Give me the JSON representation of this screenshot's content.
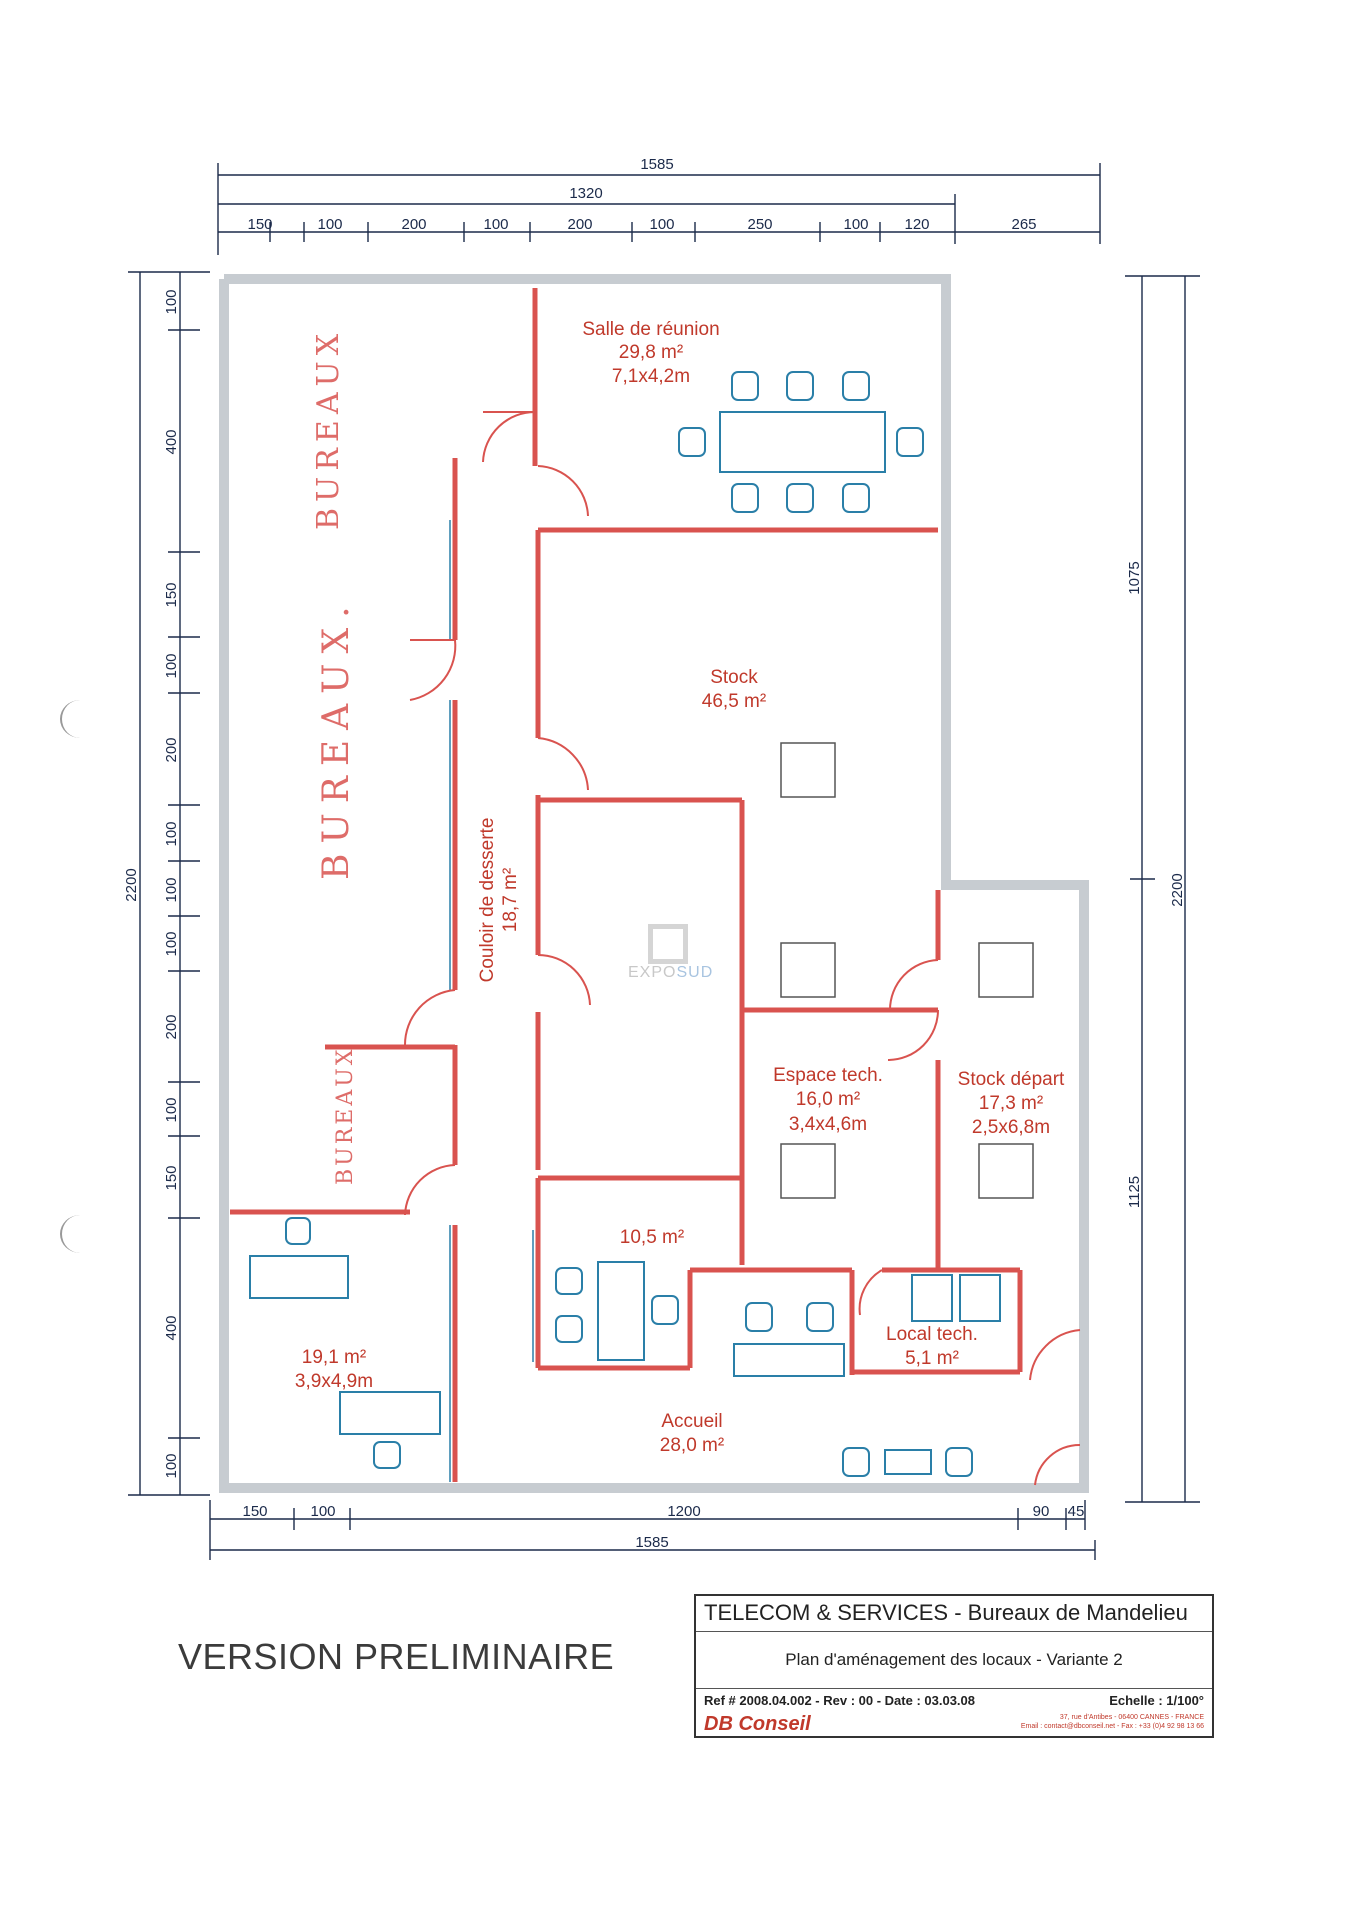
{
  "dimensions": {
    "top_total": "1585",
    "top_sub": "1320",
    "top_segments": [
      "150",
      "100",
      "200",
      "100",
      "200",
      "100",
      "250",
      "100",
      "120",
      "265"
    ],
    "left_total": "2200",
    "left_segments": [
      "100",
      "400",
      "150",
      "100",
      "200",
      "100",
      "100",
      "100",
      "200",
      "100",
      "150",
      "400",
      "100"
    ],
    "right_upper": "1075",
    "right_lower": "1125",
    "right_total": "2200",
    "bottom_segments": [
      "150",
      "100",
      "1200",
      "90",
      "45"
    ],
    "bottom_total": "1585"
  },
  "rooms": {
    "reunion": {
      "name": "Salle de réunion",
      "area": "29,8 m²",
      "size": "7,1x4,2m"
    },
    "stock": {
      "name": "Stock",
      "area": "46,5 m²"
    },
    "couloir": {
      "name": "Couloir de desserte",
      "area": "18,7 m²"
    },
    "espace": {
      "name": "Espace tech.",
      "area": "16,0 m²",
      "size": "3,4x4,6m"
    },
    "stock_depart": {
      "name": "Stock départ",
      "area": "17,3 m²",
      "size": "2,5x6,8m"
    },
    "office_small": {
      "area": "10,5 m²"
    },
    "local": {
      "name": "Local tech.",
      "area": "5,1 m²"
    },
    "office_left": {
      "area": "19,1 m²",
      "size": "3,9x4,9m"
    },
    "accueil": {
      "name": "Accueil",
      "area": "28,0 m²"
    }
  },
  "handwritten": {
    "bureaux_top": "BUREAUX",
    "bureaux_mid": "BUREAUX.",
    "bureaux_low": "BUREAUX"
  },
  "watermark": {
    "a": "EXPO",
    "b": "SUD"
  },
  "version": "VERSION PRELIMINAIRE",
  "cartouche": {
    "title": "TELECOM & SERVICES - Bureaux de Mandelieu",
    "subtitle": "Plan d'aménagement des locaux - Variante 2",
    "ref": "Ref # 2008.04.002 - Rev : 00 - Date : 03.03.08",
    "scale": "Echelle : 1/100°",
    "company": "DB Conseil",
    "address": "37, rue d'Antibes - 06400 CANNES - FRANCE",
    "contact": "Email : contact@dbconseil.net - Fax : +33 (0)4 92 98 13 66"
  },
  "colors": {
    "wall_red": "#d9534f",
    "dim_blue": "#1b2a4a",
    "furniture": "#2a7fa8",
    "ext_wall": "#c7ccd1"
  }
}
